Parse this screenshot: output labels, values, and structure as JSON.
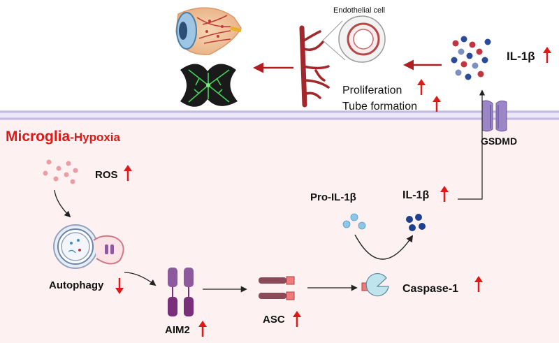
{
  "top": {
    "endothelial_label": "Endothelial cell",
    "proliferation": "Proliferation",
    "tube_formation": "Tube formation",
    "il1b_secreted": "IL-1β",
    "gsdmd": "GSDMD"
  },
  "cell": {
    "title_main": "Microglia",
    "title_sub": "-Hypoxia",
    "ros": "ROS",
    "autophagy": "Autophagy",
    "aim2": "AIM2",
    "asc": "ASC",
    "caspase1": "Caspase-1",
    "pro_il1b": "Pro-IL-1β",
    "il1b": "IL-1β"
  },
  "colors": {
    "up_arrow": "#e01818",
    "down_arrow": "#e01818",
    "title": "#e01818",
    "cell_bg": "#fdf1f1",
    "membrane": "#c9c2e6",
    "aim2_fill": "#8e5a9e",
    "asc_fill": "#8a4a58",
    "il1b_blue": "#1f3f8f",
    "pro_il1b_blue": "#8ec6ea",
    "ros_pink": "#ec9da3",
    "vessel": "#a3282b"
  },
  "icons": [
    "eye-icon",
    "retina-flatmount-icon",
    "blood-vessel-icon",
    "endothelial-cell-icon",
    "gsdmd-pore-icon",
    "autophagosome-icon",
    "aim2-protein-icon",
    "asc-protein-icon",
    "caspase1-icon",
    "up-arrow-icon",
    "down-arrow-icon"
  ]
}
